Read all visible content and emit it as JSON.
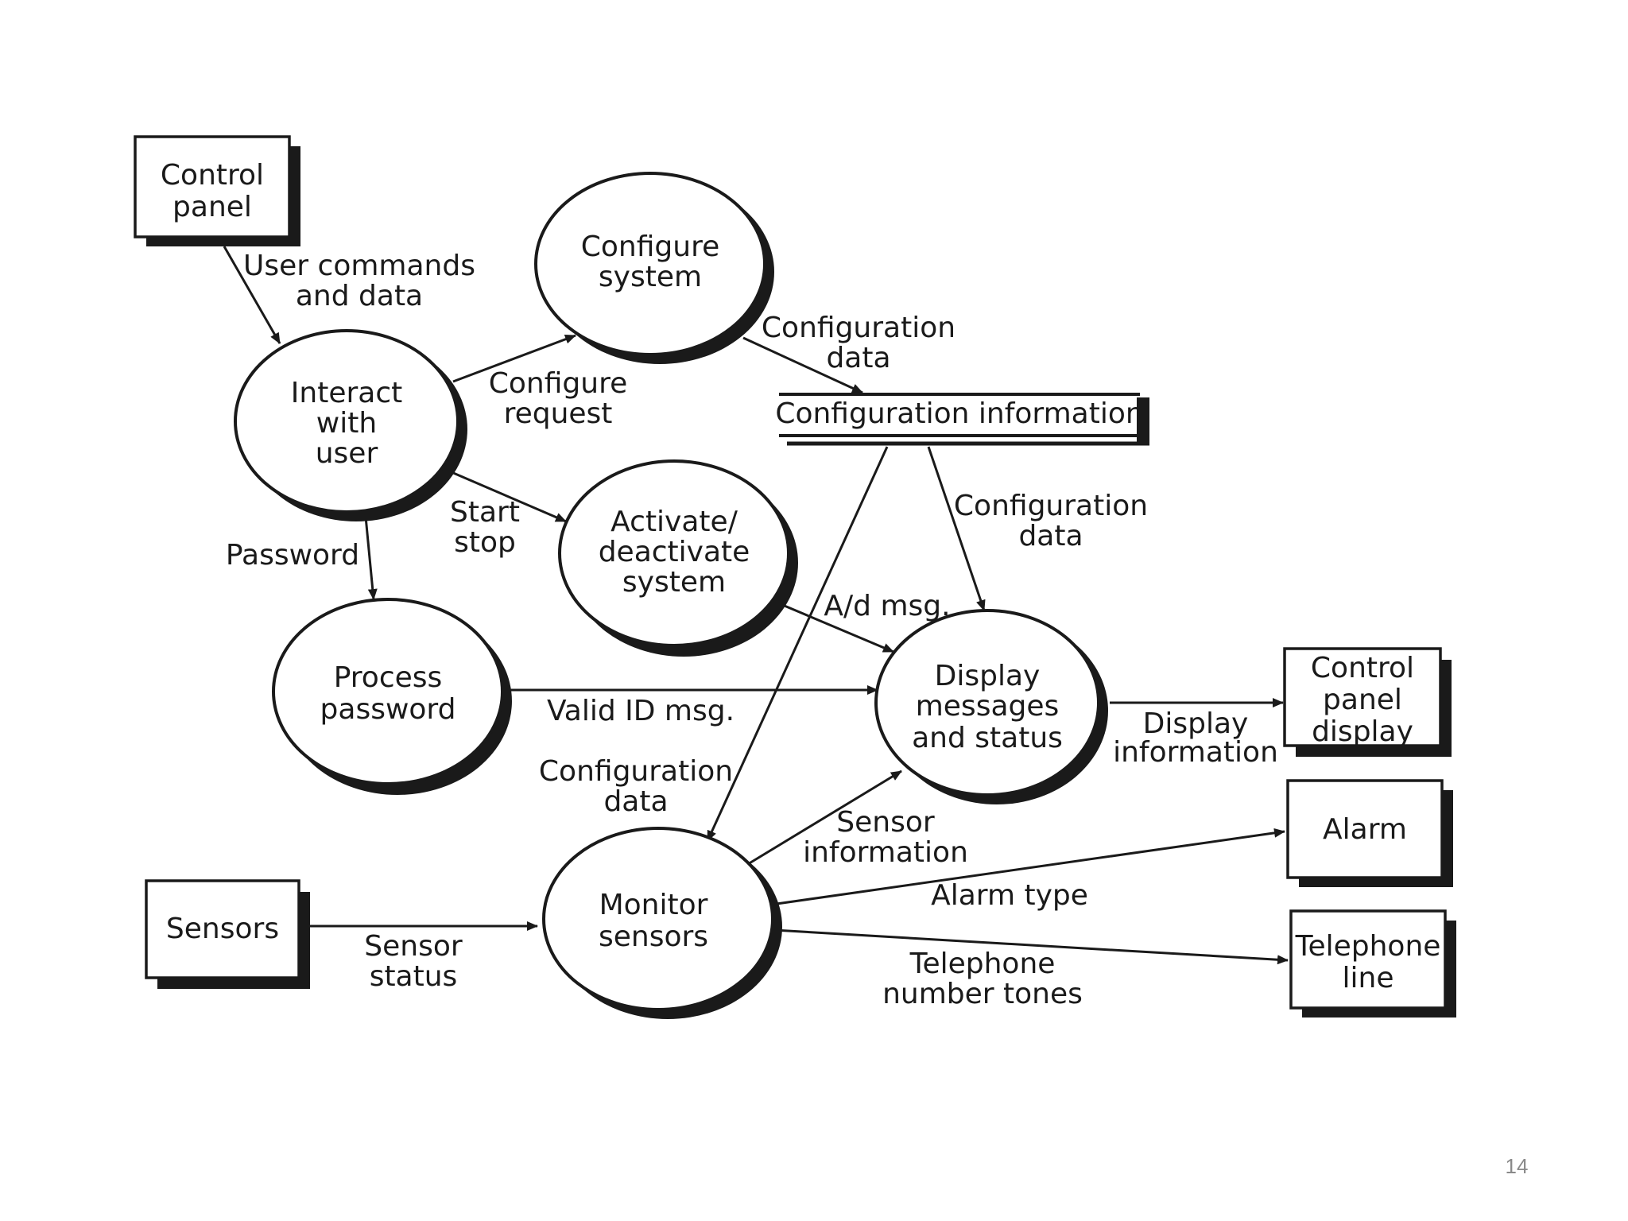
{
  "entities": {
    "control_panel": [
      "Control",
      "panel"
    ],
    "control_panel_display": [
      "Control",
      "panel",
      "display"
    ],
    "alarm": [
      "Alarm"
    ],
    "telephone_line": [
      "Telephone",
      "line"
    ],
    "sensors": [
      "Sensors"
    ]
  },
  "processes": {
    "interact_with_user": [
      "Interact",
      "with",
      "user"
    ],
    "configure_system": [
      "Configure",
      "system"
    ],
    "activate_deactivate_system": [
      "Activate/",
      "deactivate",
      "system"
    ],
    "process_password": [
      "Process",
      "password"
    ],
    "display_messages_and_status": [
      "Display",
      "messages",
      "and status"
    ],
    "monitor_sensors": [
      "Monitor",
      "sensors"
    ]
  },
  "data_store": {
    "configuration_information": "Configuration information"
  },
  "flows": {
    "user_commands_and_data": [
      "User commands",
      "and data"
    ],
    "configure_request": [
      "Configure",
      "request"
    ],
    "configuration_data_to_store": [
      "Configuration",
      "data"
    ],
    "start_stop": [
      "Start",
      "stop"
    ],
    "password": [
      "Password"
    ],
    "configuration_data_to_display": [
      "Configuration",
      "data"
    ],
    "ad_msg": [
      "A/d msg."
    ],
    "valid_id_msg": [
      "Valid ID msg."
    ],
    "display_information": [
      "Display",
      "information"
    ],
    "configuration_data_to_monitor": [
      "Configuration",
      "data"
    ],
    "sensor_information": [
      "Sensor",
      "information"
    ],
    "alarm_type": [
      "Alarm type"
    ],
    "telephone_number_tones": [
      "Telephone",
      "number tones"
    ],
    "sensor_status": [
      "Sensor",
      "status"
    ]
  },
  "page_number": "14",
  "colors": {
    "ink": "#1a1a1a",
    "page_number": "#8a8a8a",
    "background": "#ffffff"
  }
}
